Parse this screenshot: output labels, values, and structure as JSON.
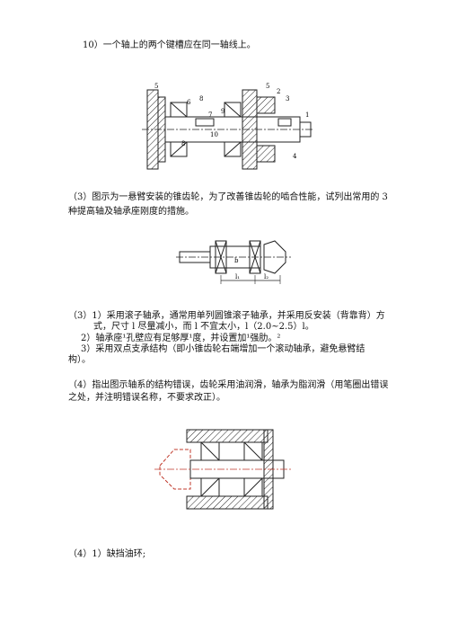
{
  "item10": "10）一个轴上的两个键槽应在同一轴线上。",
  "fig1": {
    "labels": [
      "5",
      "6",
      "8",
      "7",
      "9",
      "10",
      "5",
      "2",
      "3",
      "1",
      "4",
      "8"
    ]
  },
  "q3": {
    "line1": "（3）图示为一悬臂安装的锥齿轮，为了改善锥齿轮的啮合性能，试列出常用的 3",
    "line2": "种提高轴及轴承座刚度的措施。"
  },
  "fig2": {
    "labels": [
      "b",
      "l₁",
      "l₂"
    ]
  },
  "a3": {
    "line1": "（3）1）采用滚子轴承，通常用单列圆锥滚子轴承，并采用反安装（背靠背）方",
    "line2": "式，尺寸 l 尽量减小，而 l 不宜太小，l（2.0~2.5）l。",
    "line3": "2）轴承座¹孔壁应有足够厚¹度，并设置加¹强肋。²",
    "line4": "3）采用双点支承结构（即小锥齿轮右端增加一个滚动轴承，避免悬臂结",
    "line5": "构）。"
  },
  "q4": {
    "line1": "（4）指出图示轴系的结构错误，齿轮采用油润滑，轴承为脂润滑（用笔圈出错误",
    "line2": "之处，并注明错误名称，不要求改正）。"
  },
  "a4": {
    "line1": "（4）1）缺挡油环;"
  }
}
